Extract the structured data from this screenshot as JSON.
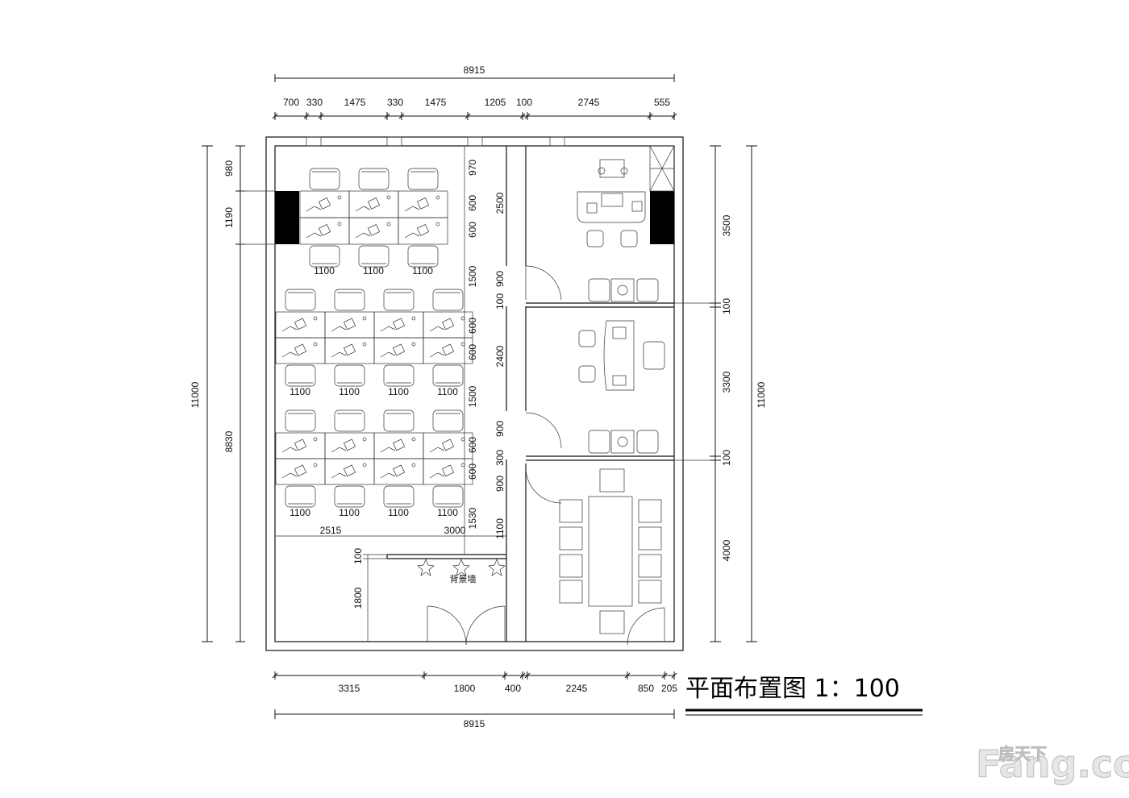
{
  "title": "平面布置图 1：100",
  "wall_label": "背景墙",
  "watermark": {
    "main": "Fang.com",
    "small": "房天下"
  },
  "dims_top_total": "8915",
  "dims_top": [
    "700",
    "330",
    "1475",
    "330",
    "1475",
    "1205",
    "100",
    "2745",
    "555"
  ],
  "dims_bottom": [
    "3315",
    "1800",
    "400",
    "2245",
    "850",
    "205"
  ],
  "dims_bottom_total": "8915",
  "dims_left_outer": "11000",
  "dims_left": [
    "980",
    "1190",
    "8830"
  ],
  "dims_right": [
    "3500",
    "100",
    "3300",
    "100",
    "4000"
  ],
  "dims_right_outer": "11000",
  "dims_inner_vertical": [
    "970",
    "600",
    "600",
    "2500",
    "1500",
    "900",
    "100",
    "600",
    "600",
    "2400",
    "1500",
    "900",
    "300",
    "600",
    "600",
    "900",
    "1530",
    "1100",
    "100",
    "1800"
  ],
  "desk_widths": [
    "1100",
    "1100",
    "1100",
    "1100",
    "1100",
    "1100",
    "1100",
    "1100",
    "1100",
    "1100",
    "1100"
  ],
  "dims_inner_horizontal": [
    "2515",
    "3000"
  ]
}
